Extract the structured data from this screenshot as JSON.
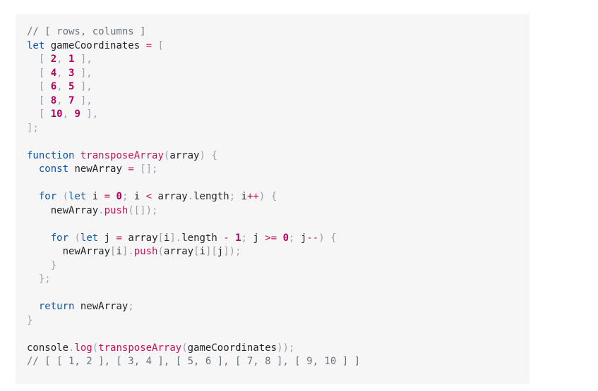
{
  "code": {
    "language": "javascript",
    "colors": {
      "background": "#f6f6f7",
      "comment": "#68747f",
      "keyword": "#0a56a8",
      "punctuation": "#9aa3ad",
      "number": "#b3005e",
      "function": "#c4155c",
      "operator": "#c4155c",
      "identifier": "#1f2328"
    },
    "lines": [
      [
        {
          "t": "comment",
          "v": "// [ rows, columns ]"
        }
      ],
      [
        {
          "t": "keyword",
          "v": "let"
        },
        {
          "t": "plain",
          "v": " gameCoordinates "
        },
        {
          "t": "operator",
          "v": "="
        },
        {
          "t": "plain",
          "v": " "
        },
        {
          "t": "punct",
          "v": "["
        }
      ],
      [
        {
          "t": "plain",
          "v": "  "
        },
        {
          "t": "punct",
          "v": "[ "
        },
        {
          "t": "number",
          "v": "2"
        },
        {
          "t": "punct",
          "v": ", "
        },
        {
          "t": "number",
          "v": "1"
        },
        {
          "t": "punct",
          "v": " ],"
        }
      ],
      [
        {
          "t": "plain",
          "v": "  "
        },
        {
          "t": "punct",
          "v": "[ "
        },
        {
          "t": "number",
          "v": "4"
        },
        {
          "t": "punct",
          "v": ", "
        },
        {
          "t": "number",
          "v": "3"
        },
        {
          "t": "punct",
          "v": " ],"
        }
      ],
      [
        {
          "t": "plain",
          "v": "  "
        },
        {
          "t": "punct",
          "v": "[ "
        },
        {
          "t": "number",
          "v": "6"
        },
        {
          "t": "punct",
          "v": ", "
        },
        {
          "t": "number",
          "v": "5"
        },
        {
          "t": "punct",
          "v": " ],"
        }
      ],
      [
        {
          "t": "plain",
          "v": "  "
        },
        {
          "t": "punct",
          "v": "[ "
        },
        {
          "t": "number",
          "v": "8"
        },
        {
          "t": "punct",
          "v": ", "
        },
        {
          "t": "number",
          "v": "7"
        },
        {
          "t": "punct",
          "v": " ],"
        }
      ],
      [
        {
          "t": "plain",
          "v": "  "
        },
        {
          "t": "punct",
          "v": "[ "
        },
        {
          "t": "number",
          "v": "10"
        },
        {
          "t": "punct",
          "v": ", "
        },
        {
          "t": "number",
          "v": "9"
        },
        {
          "t": "punct",
          "v": " ],"
        }
      ],
      [
        {
          "t": "punct",
          "v": "];"
        }
      ],
      [],
      [
        {
          "t": "keyword",
          "v": "function"
        },
        {
          "t": "plain",
          "v": " "
        },
        {
          "t": "function",
          "v": "transposeArray"
        },
        {
          "t": "punct",
          "v": "("
        },
        {
          "t": "plain",
          "v": "array"
        },
        {
          "t": "punct",
          "v": ")"
        },
        {
          "t": "plain",
          "v": " "
        },
        {
          "t": "punct",
          "v": "{"
        }
      ],
      [
        {
          "t": "plain",
          "v": "  "
        },
        {
          "t": "keyword",
          "v": "const"
        },
        {
          "t": "plain",
          "v": " newArray "
        },
        {
          "t": "operator",
          "v": "="
        },
        {
          "t": "plain",
          "v": " "
        },
        {
          "t": "punct",
          "v": "[];"
        }
      ],
      [],
      [
        {
          "t": "plain",
          "v": "  "
        },
        {
          "t": "keyword",
          "v": "for"
        },
        {
          "t": "plain",
          "v": " "
        },
        {
          "t": "punct",
          "v": "("
        },
        {
          "t": "keyword",
          "v": "let"
        },
        {
          "t": "plain",
          "v": " i "
        },
        {
          "t": "operator",
          "v": "="
        },
        {
          "t": "plain",
          "v": " "
        },
        {
          "t": "number",
          "v": "0"
        },
        {
          "t": "punct",
          "v": ";"
        },
        {
          "t": "plain",
          "v": " i "
        },
        {
          "t": "operator",
          "v": "<"
        },
        {
          "t": "plain",
          "v": " array"
        },
        {
          "t": "punct",
          "v": "."
        },
        {
          "t": "plain",
          "v": "length"
        },
        {
          "t": "punct",
          "v": ";"
        },
        {
          "t": "plain",
          "v": " i"
        },
        {
          "t": "operator",
          "v": "++"
        },
        {
          "t": "punct",
          "v": ")"
        },
        {
          "t": "plain",
          "v": " "
        },
        {
          "t": "punct",
          "v": "{"
        }
      ],
      [
        {
          "t": "plain",
          "v": "    newArray"
        },
        {
          "t": "punct",
          "v": "."
        },
        {
          "t": "function",
          "v": "push"
        },
        {
          "t": "punct",
          "v": "([]);"
        }
      ],
      [],
      [
        {
          "t": "plain",
          "v": "    "
        },
        {
          "t": "keyword",
          "v": "for"
        },
        {
          "t": "plain",
          "v": " "
        },
        {
          "t": "punct",
          "v": "("
        },
        {
          "t": "keyword",
          "v": "let"
        },
        {
          "t": "plain",
          "v": " j "
        },
        {
          "t": "operator",
          "v": "="
        },
        {
          "t": "plain",
          "v": " array"
        },
        {
          "t": "punct",
          "v": "["
        },
        {
          "t": "plain",
          "v": "i"
        },
        {
          "t": "punct",
          "v": "]."
        },
        {
          "t": "plain",
          "v": "length "
        },
        {
          "t": "operator",
          "v": "-"
        },
        {
          "t": "plain",
          "v": " "
        },
        {
          "t": "number",
          "v": "1"
        },
        {
          "t": "punct",
          "v": ";"
        },
        {
          "t": "plain",
          "v": " j "
        },
        {
          "t": "operator",
          "v": ">="
        },
        {
          "t": "plain",
          "v": " "
        },
        {
          "t": "number",
          "v": "0"
        },
        {
          "t": "punct",
          "v": ";"
        },
        {
          "t": "plain",
          "v": " j"
        },
        {
          "t": "operator",
          "v": "--"
        },
        {
          "t": "punct",
          "v": ")"
        },
        {
          "t": "plain",
          "v": " "
        },
        {
          "t": "punct",
          "v": "{"
        }
      ],
      [
        {
          "t": "plain",
          "v": "      newArray"
        },
        {
          "t": "punct",
          "v": "["
        },
        {
          "t": "plain",
          "v": "i"
        },
        {
          "t": "punct",
          "v": "]."
        },
        {
          "t": "function",
          "v": "push"
        },
        {
          "t": "punct",
          "v": "("
        },
        {
          "t": "plain",
          "v": "array"
        },
        {
          "t": "punct",
          "v": "["
        },
        {
          "t": "plain",
          "v": "i"
        },
        {
          "t": "punct",
          "v": "]["
        },
        {
          "t": "plain",
          "v": "j"
        },
        {
          "t": "punct",
          "v": "]);"
        }
      ],
      [
        {
          "t": "plain",
          "v": "    "
        },
        {
          "t": "punct",
          "v": "}"
        }
      ],
      [
        {
          "t": "plain",
          "v": "  "
        },
        {
          "t": "punct",
          "v": "};"
        }
      ],
      [],
      [
        {
          "t": "plain",
          "v": "  "
        },
        {
          "t": "keyword",
          "v": "return"
        },
        {
          "t": "plain",
          "v": " newArray"
        },
        {
          "t": "punct",
          "v": ";"
        }
      ],
      [
        {
          "t": "punct",
          "v": "}"
        }
      ],
      [],
      [
        {
          "t": "plain",
          "v": "console"
        },
        {
          "t": "punct",
          "v": "."
        },
        {
          "t": "function",
          "v": "log"
        },
        {
          "t": "punct",
          "v": "("
        },
        {
          "t": "function",
          "v": "transposeArray"
        },
        {
          "t": "punct",
          "v": "("
        },
        {
          "t": "plain",
          "v": "gameCoordinates"
        },
        {
          "t": "punct",
          "v": "));"
        }
      ],
      [
        {
          "t": "comment",
          "v": "// [ [ 1, 2 ], [ 3, 4 ], [ 5, 6 ], [ 7, 8 ], [ 9, 10 ] ]"
        }
      ]
    ]
  }
}
